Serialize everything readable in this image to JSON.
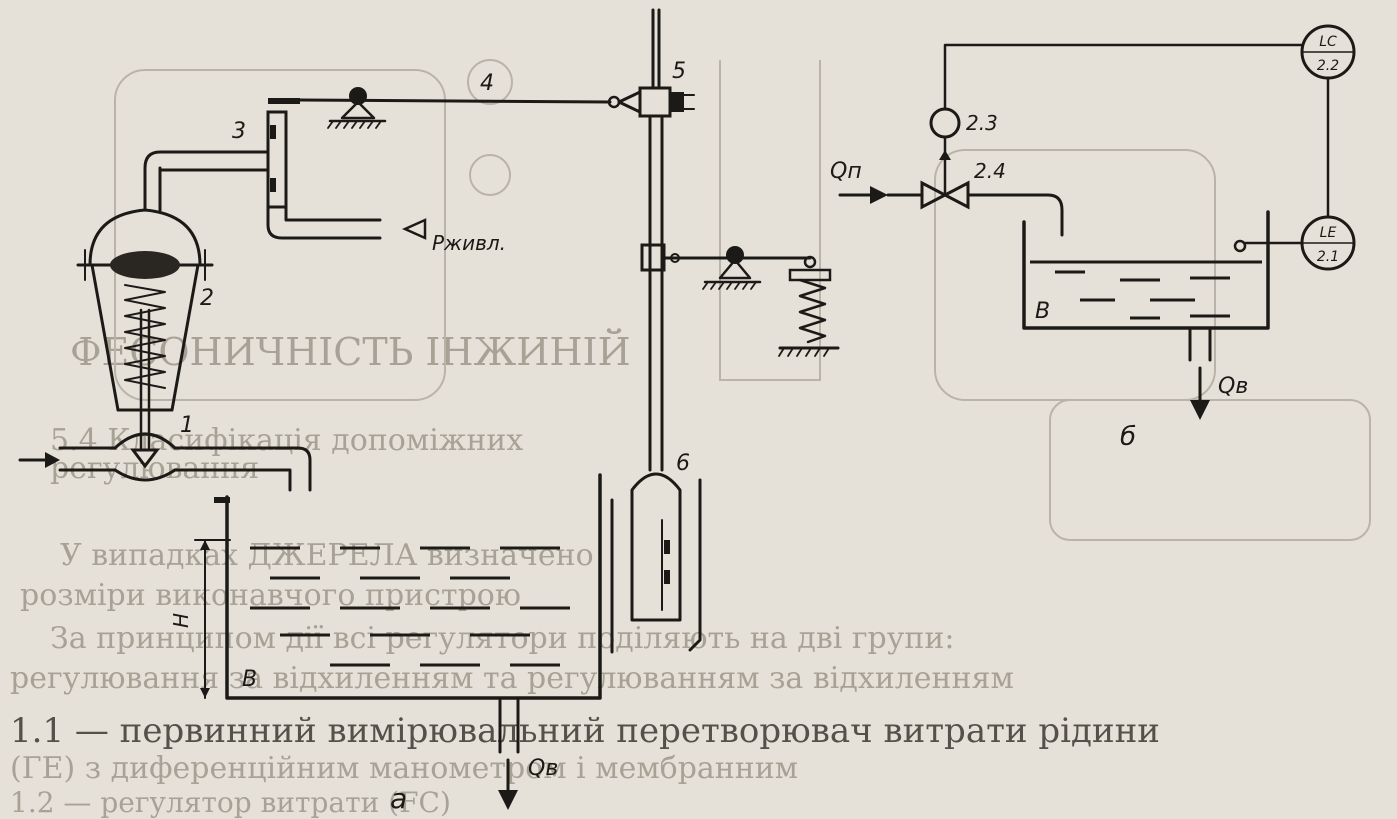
{
  "diagram_a": {
    "labels": {
      "n1": "1",
      "n2": "2",
      "n3": "3",
      "n4": "4",
      "n5": "5",
      "n6": "6",
      "p_supply": "Pживл.",
      "h": "H",
      "b": "B",
      "q_out": "Qв",
      "caption": "а"
    }
  },
  "diagram_b": {
    "labels": {
      "lc": "LC",
      "lc_num": "2.2",
      "le": "LE",
      "le_num": "2.1",
      "n23": "2.3",
      "n24": "2.4",
      "q_in": "Qп",
      "b": "B",
      "q_out": "Qв",
      "caption": "б"
    }
  },
  "bleed_text": {
    "heading": "ФЕСОНИЧНІСТЬ ІНЖИНІЙ",
    "section": "5.4 Класифікація допоміжних",
    "line_a": "регулювання",
    "line_b": "У випадках ДЖЕРЕЛА визначено",
    "line_c": "розміри виконавчого пристрою",
    "line_d": "За принципом дії всі регулятори поділяють на дві групи:",
    "line_e": "регулювання за відхиленням та регулюванням за відхиленням",
    "line_f": "1.1 — первинний вимірювальний перетворювач витрати рідини",
    "line_g": "(ГЕ) з диференційним манометром і мембранним",
    "line_h": "1.2 — регулятор витрати (FC)"
  }
}
